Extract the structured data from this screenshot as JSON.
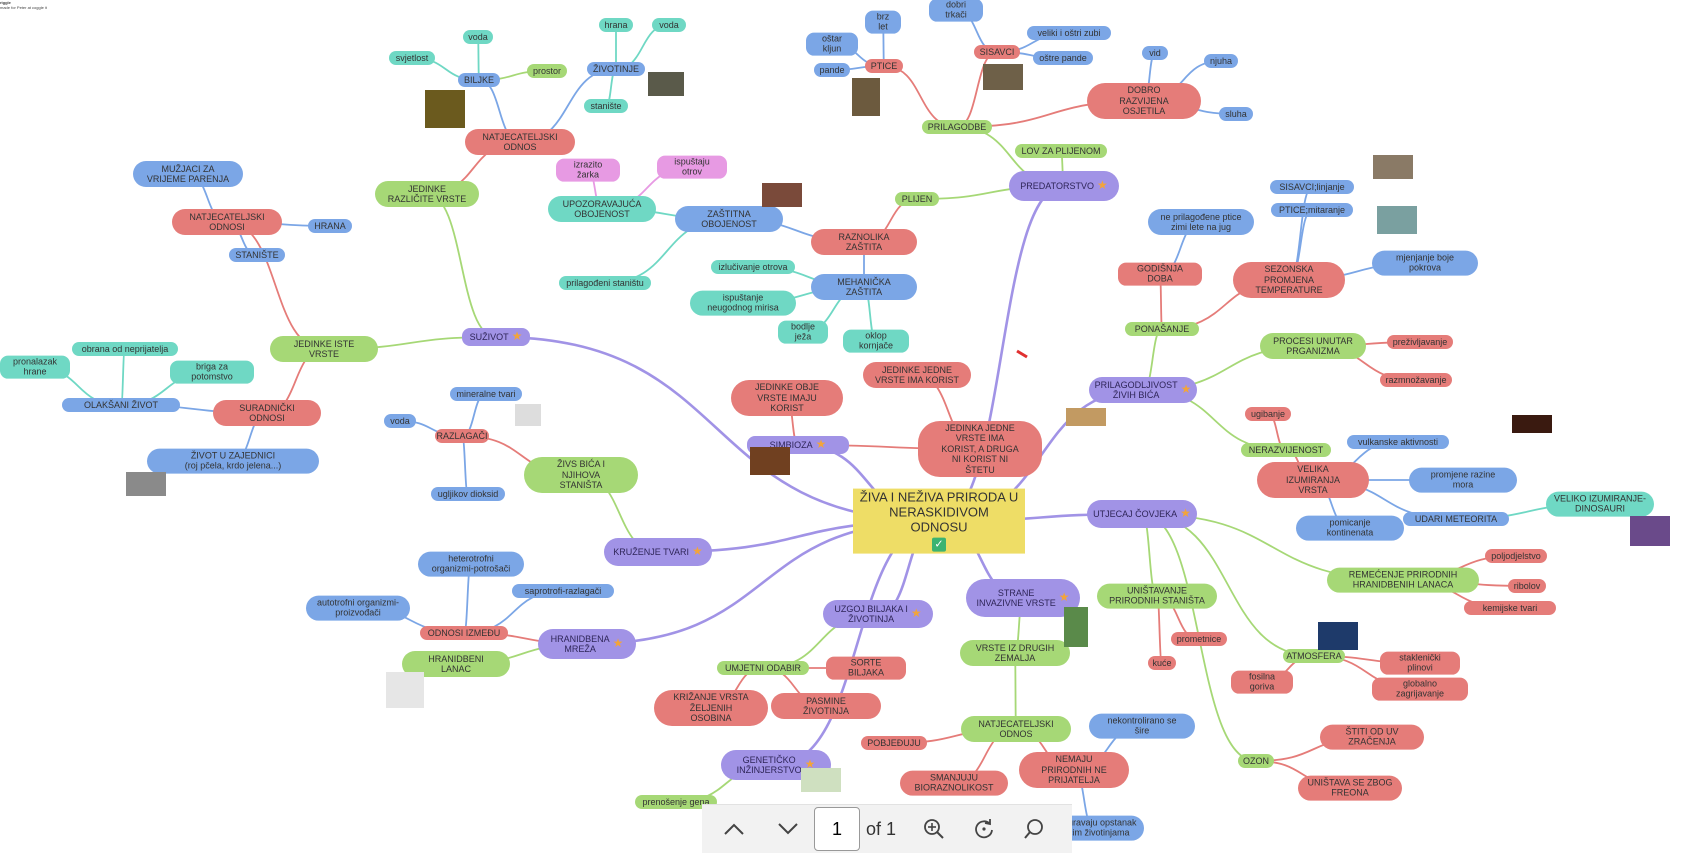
{
  "document": {
    "title": "riggle",
    "subtitle": "made for Peter at coggle it"
  },
  "viewer": {
    "current_page": "1",
    "of_label": "of 1"
  },
  "colors": {
    "red": "#e57c79",
    "blue": "#7ba6e6",
    "green": "#a6d876",
    "teal": "#6fd8c4",
    "purple": "#a193e6",
    "pink": "#e79ae3",
    "yellow": "#eedd66"
  },
  "mindmap": {
    "center": "ŽIVA I NEŽIVA PRIRODA U\nNERASKIDIVOM ODNOSU",
    "nodes": {
      "suzivot": "SUŽIVOT",
      "jedinke_razlicite": "JEDINKE\nRAZLIČITE VRSTE",
      "natjec_gore": "NATJECATELJSKI\nODNOS",
      "biljke": "BILJKE",
      "voda1": "voda",
      "svjetlost": "svjetlost",
      "prostor": "prostor",
      "zivotinje": "ŽIVOTINJE",
      "hrana1": "hrana",
      "voda2": "voda",
      "staniste1": "stanište",
      "jedinke_iste": "JEDINKE ISTE\nVRSTE",
      "natjec_odnosi": "NATJECATELJSKI\nODNOSI",
      "muzjaci": "MUŽJACI ZA\nVRIJEME PARENJA",
      "hrana2": "HRANA",
      "staniste2": "STANIŠTE",
      "suradnicki": "SURADNIČKI\nODNOSI",
      "olaksani": "OLAKŠANI ŽIVOT",
      "obrana": "obrana od neprijatelja",
      "pronalazak": "pronalazak hrane",
      "briga": "briga za potomstvo",
      "zivot_zajed": "ŽIVOT U ZAJEDNICI\n(roj pčela, krdo jelena...)",
      "razlagaci": "RAZLAGAČI",
      "mineralne": "mineralne tvari",
      "voda3": "voda",
      "ugljikov": "ugljikov dioksid",
      "zivs_bica": "ŽIVS BIĆA I\nNJIHOVA\nSTANIŠTA",
      "kruzenje": "KRUŽENJE TVARI",
      "hranidbena": "HRANIDBENA\nMREŽA",
      "odnosi_izmedu": "ODNOSI IZMEĐU",
      "heterotrofni": "heterotrofni\norganizmi-potrošači",
      "autotrofni": "autotrofni organizmi-\nproizvođači",
      "saprotrofi": "saprotrofi-razlagači",
      "hranidbeni_lanac": "HRANIDBENI\nLANAC",
      "simbioza": "SIMBIOZA",
      "jedinke_obje": "JEDINKE OBJE\nVRSTE IMAJU\nKORIST",
      "jedinke_jedne": "JEDINKE JEDNE\nVRSTE IMA KORIST",
      "jedinka_jedne": "JEDINKA JEDNE\nVRSTE IMA\nKORIST, A DRUGA\nNI KORIST NI\nŠTETU",
      "uzgoj": "UZGOJ BILJAKA I\nŽIVOTINJA",
      "umjetni": "UMJETNI ODABIR",
      "sorte": "SORTE BILJAKA",
      "krizanje": "KRIŽANJE VRSTA\nŽELJENIH\nOSOBINA",
      "pasmine": "PASMINE\nŽIVOTINJA",
      "genet": "GENETIČKO\nINŽINJERSTVO",
      "prenosenje": "prenošenje gena",
      "predatorstvo": "PREDATORSTVO",
      "lov": "LOV ZA PLIJENOM",
      "plijen": "PLIJEN",
      "prilagodbe": "PRILAGODBE",
      "ptice": "PTICE",
      "brz_let": "brz let",
      "ostar_kljun": "oštar kljun",
      "pande": "pande",
      "sisavci": "SISAVCI",
      "dobri_trkaci": "dobri trkači",
      "veliki_zubi": "veliki i oštri zubi",
      "ostre_pande": "oštre pande",
      "dobro_razvijena": "DOBRO\nRAZVIJENA\nOSJETILA",
      "vid": "vid",
      "njuh": "njuha",
      "sluh": "sluha",
      "raznolika": "RAZNOLIKA\nZAŠTITA",
      "zastitna": "ZAŠTITNA\nOBOJENOST",
      "upozoravajuca": "UPOZORAVAJUĆA\nOBOJENOST",
      "izrazito": "izrazito žarka",
      "ispustaju": "ispuštaju otrov",
      "prilagodeni": "prilagođeni staništu",
      "mehanicka": "MEHANIČKA\nZAŠTITA",
      "izlucivanje": "izlučivanje otrova",
      "ispustanje": "ispuštanje\nneugodnog mirisa",
      "bodlje": "bodlje ježa",
      "oklop": "oklop kornjače",
      "prilagodljivost": "PRILAGODLJIVOST\nŽIVIH BIĆA",
      "ponasanje": "PONAŠANJE",
      "godisnja": "GODIŠNJA DOBA",
      "ne_prilagodene": "ne prilagođene ptice\nzimi lete na jug",
      "sezonska": "SEZONSKA\nPROMJENA\nTEMPERATURE",
      "sisavci_linjanje": "SISAVCI;linjanje",
      "ptice_mitaranje": "PTICE;mitaranje",
      "mjenjanje": "mjenjanje boje\npokrova",
      "procesi": "PROCESI UNUTAR\nPRGANIZMA",
      "prezivljavanje": "preživljavanje",
      "razmnozavanje": "razmnožavanje",
      "nerazvijenost": "NERAZVIJENOST",
      "ugibanje": "ugibanje",
      "velika_izumiranja": "VELIKA\nIZUMIRANJA\nVRSTA",
      "vulkanske": "vulkanske aktivnosti",
      "promjene_razine": "promjene razine\nmora",
      "udari": "UDARI METEORITA",
      "veliko_izumiranje": "VELIKO IZUMIRANJE-\nDINOSAURI",
      "pomicanje": "pomicanje\nkontinenata",
      "utjecaj": "UTJECAJ ČOVJEKA",
      "remecenje": "REMEĆENJE PRIRODNIH\nHRANIDBENIH LANACA",
      "poljodjelstvo": "poljodjelstvo",
      "ribolov": "ribolov",
      "kemijske": "kemijske tvari",
      "unistavanje": "UNIŠTAVANJE\nPRIRODNIH STANIŠTA",
      "prometnice": "prometnice",
      "kuce": "kuće",
      "atmosfera": "ATMOSFERA",
      "staklenicki": "staklenički plinovi",
      "globalno": "globalno zagrijavanje",
      "fosilna": "fosilna goriva",
      "ozon": "OZON",
      "stiti": "ŠTITI OD UV\nZRAČENJA",
      "unistava": "UNIŠTAVA SE ZBOG\nFREONA",
      "strane": "STRANE\nINVAZIVNE VRSTE",
      "vrste_iz": "VRSTE IZ DRUGIH\nZEMALJA",
      "natjec_dolje": "NATJECATELJSKI\nODNOS",
      "pobjeduju": "POBJEĐUJU",
      "smanjuju": "SMANJUJU\nBIORAZNOLIKOST",
      "nemaju": "NEMAJU\nPRIRODNIH NE\nPRIJATELJA",
      "nekontrolirano": "nekontrolirano se\nšire",
      "osiguravaju": "osiguravaju opstanak\nvećim životinjama"
    }
  }
}
